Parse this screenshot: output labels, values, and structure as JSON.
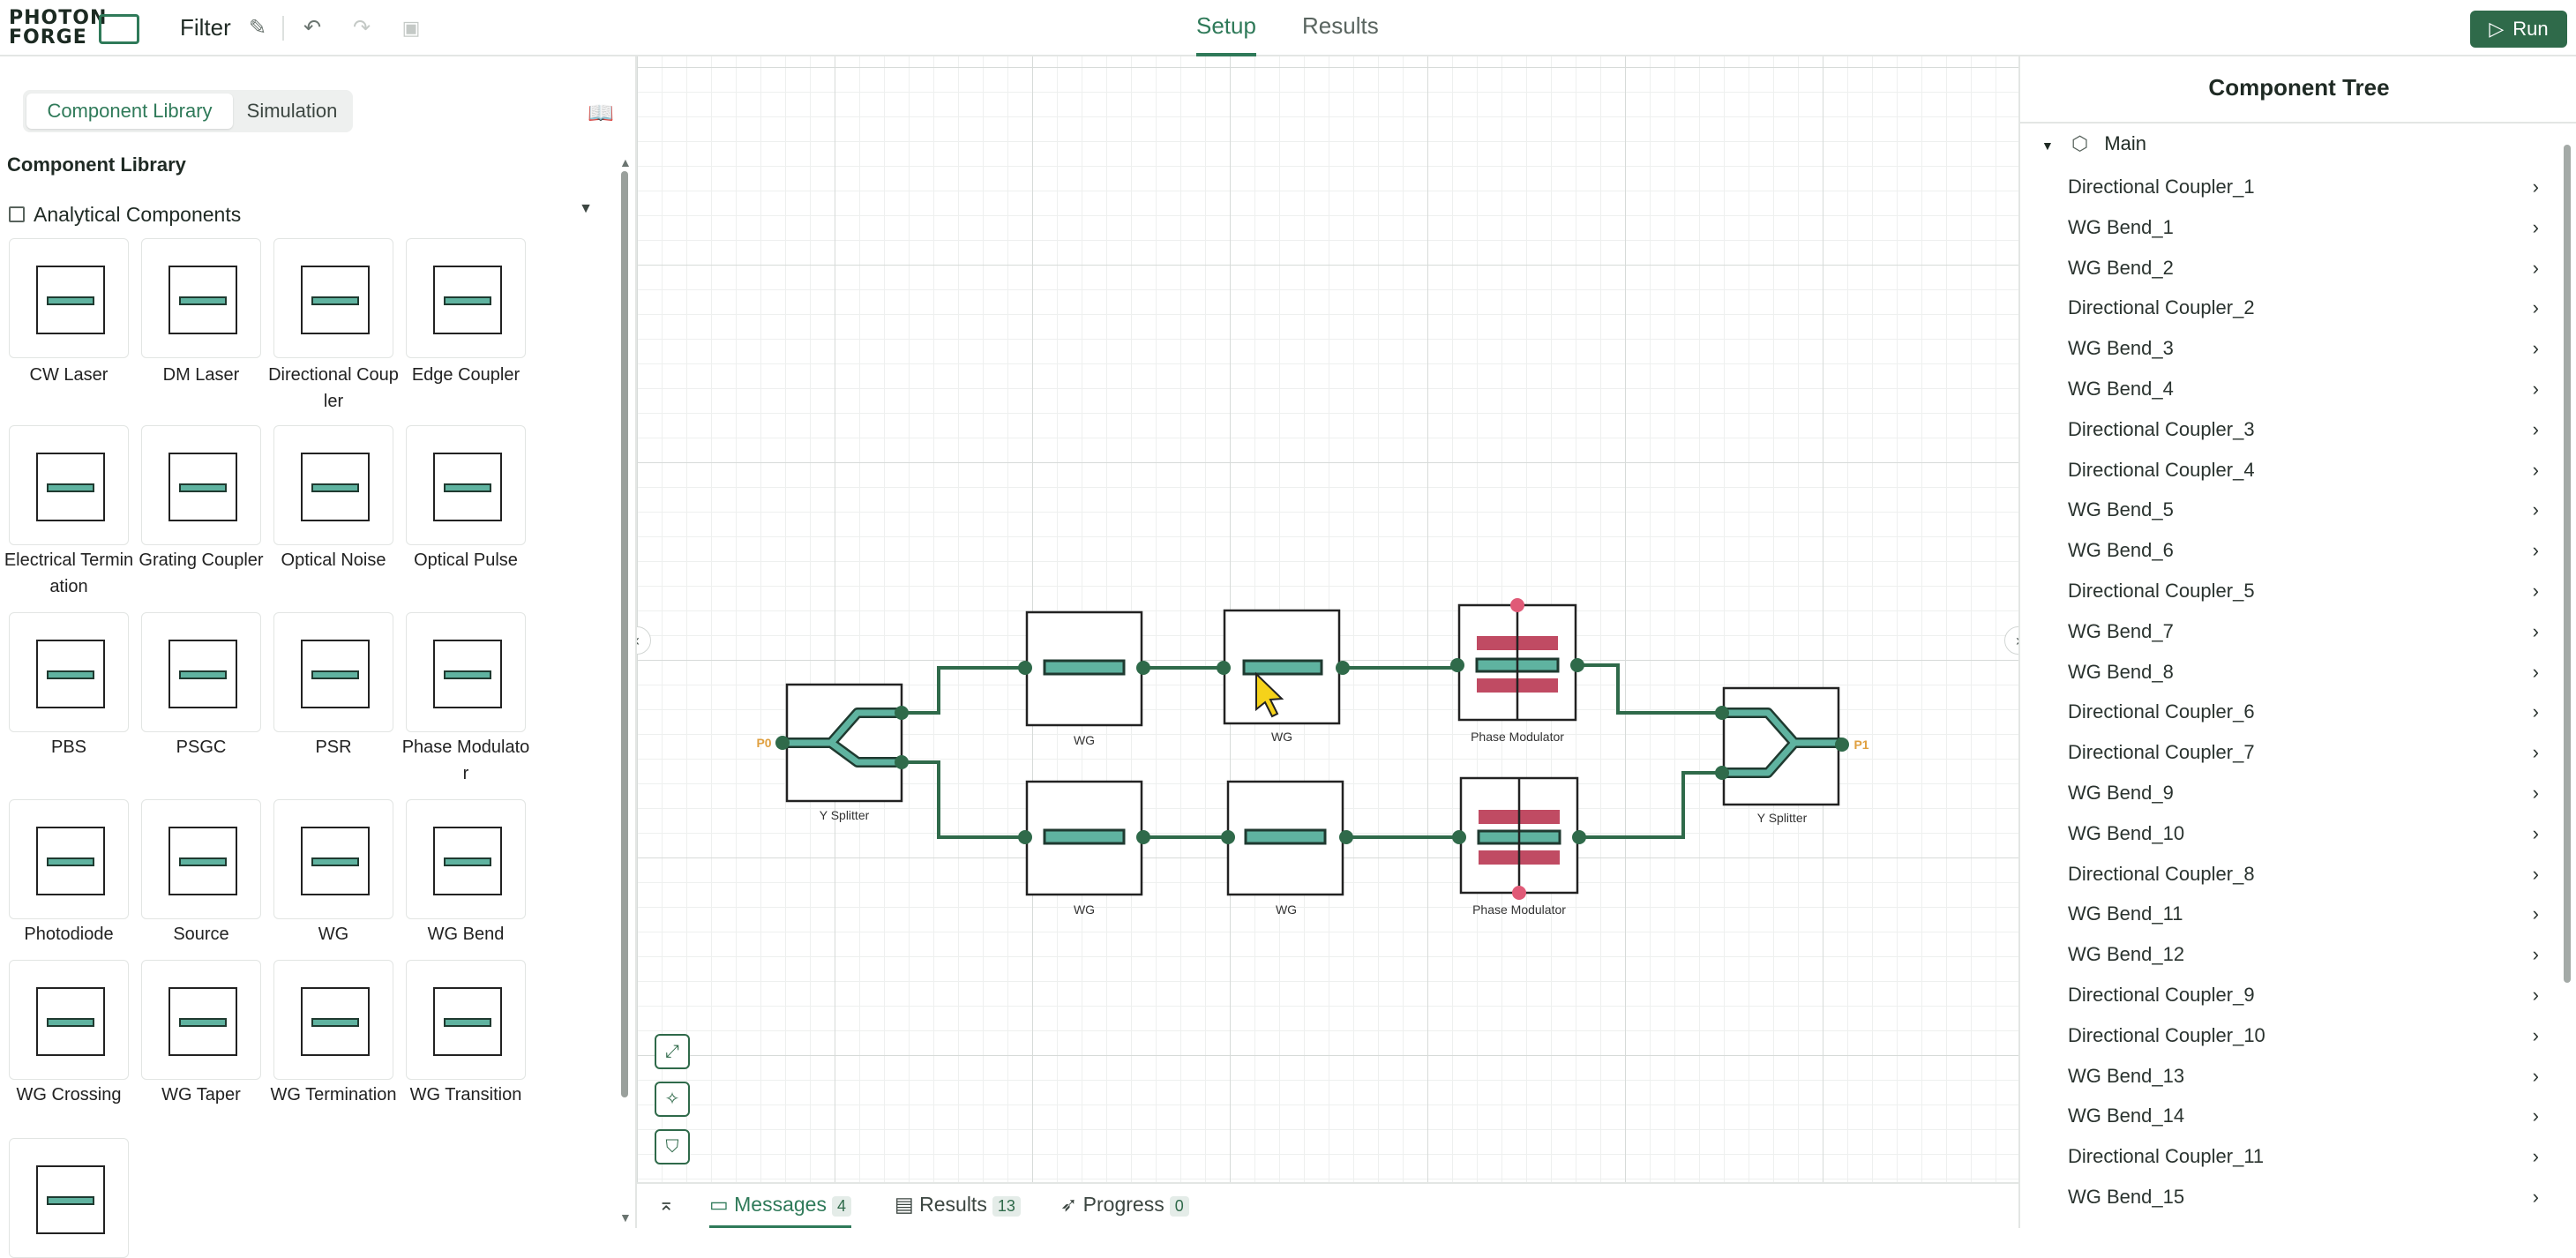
{
  "app": {
    "logo_line1": "PHOTON",
    "logo_line2": "FORGE",
    "title": "Filter"
  },
  "main_tabs": [
    {
      "label": "Setup",
      "active": true
    },
    {
      "label": "Results",
      "active": false
    }
  ],
  "run_label": "Run",
  "left": {
    "seg_tabs": [
      "Component Library",
      "Simulation"
    ],
    "heading": "Component Library",
    "section": "Analytical Components",
    "cards": [
      {
        "label": "CW Laser",
        "icon": "cw-laser-icon"
      },
      {
        "label": "DM Laser",
        "icon": "dm-laser-icon"
      },
      {
        "label": "Directional Coupler",
        "icon": "directional-coupler-icon"
      },
      {
        "label": "Edge Coupler",
        "icon": "edge-coupler-icon"
      },
      {
        "label": "Electrical Termination",
        "icon": "electrical-termination-icon"
      },
      {
        "label": "Grating Coupler",
        "icon": "grating-coupler-icon"
      },
      {
        "label": "Optical Noise",
        "icon": "optical-noise-icon"
      },
      {
        "label": "Optical Pulse",
        "icon": "optical-pulse-icon"
      },
      {
        "label": "PBS",
        "icon": "pbs-icon"
      },
      {
        "label": "PSGC",
        "icon": "psgc-icon"
      },
      {
        "label": "PSR",
        "icon": "psr-icon"
      },
      {
        "label": "Phase Modulator",
        "icon": "phase-modulator-icon"
      },
      {
        "label": "Photodiode",
        "icon": "photodiode-icon"
      },
      {
        "label": "Source",
        "icon": "source-icon"
      },
      {
        "label": "WG",
        "icon": "wg-icon"
      },
      {
        "label": "WG Bend",
        "icon": "wg-bend-icon"
      },
      {
        "label": "WG Crossing",
        "icon": "wg-crossing-icon"
      },
      {
        "label": "WG Taper",
        "icon": "wg-taper-icon"
      },
      {
        "label": "WG Termination",
        "icon": "wg-termination-icon"
      },
      {
        "label": "WG Transition",
        "icon": "wg-transition-icon"
      },
      {
        "label": "",
        "icon": "y-splitter-icon"
      }
    ]
  },
  "canvas": {
    "nodes": [
      {
        "label": "Y Splitter"
      },
      {
        "label": "WG"
      },
      {
        "label": "WG"
      },
      {
        "label": "Phase Modulator"
      },
      {
        "label": "WG"
      },
      {
        "label": "WG"
      },
      {
        "label": "Phase Modulator"
      },
      {
        "label": "Y Splitter"
      }
    ],
    "port_in": "P0",
    "port_out": "P1"
  },
  "bottom": {
    "messages_label": "Messages",
    "messages_count": "4",
    "results_label": "Results",
    "results_count": "13",
    "progress_label": "Progress",
    "progress_count": "0"
  },
  "tree": {
    "title": "Component Tree",
    "root": "Main",
    "items": [
      "Directional Coupler_1",
      "WG Bend_1",
      "WG Bend_2",
      "Directional Coupler_2",
      "WG Bend_3",
      "WG Bend_4",
      "Directional Coupler_3",
      "Directional Coupler_4",
      "WG Bend_5",
      "WG Bend_6",
      "Directional Coupler_5",
      "WG Bend_7",
      "WG Bend_8",
      "Directional Coupler_6",
      "Directional Coupler_7",
      "WG Bend_9",
      "WG Bend_10",
      "Directional Coupler_8",
      "WG Bend_11",
      "WG Bend_12",
      "Directional Coupler_9",
      "Directional Coupler_10",
      "WG Bend_13",
      "WG Bend_14",
      "Directional Coupler_11",
      "WG Bend_15"
    ]
  },
  "colors": {
    "accent": "#2f7a59",
    "waveguide": "#5fb3a0",
    "modulator": "#c04b63",
    "run_button": "#2f6a4a",
    "port_label": "#e0a040"
  }
}
